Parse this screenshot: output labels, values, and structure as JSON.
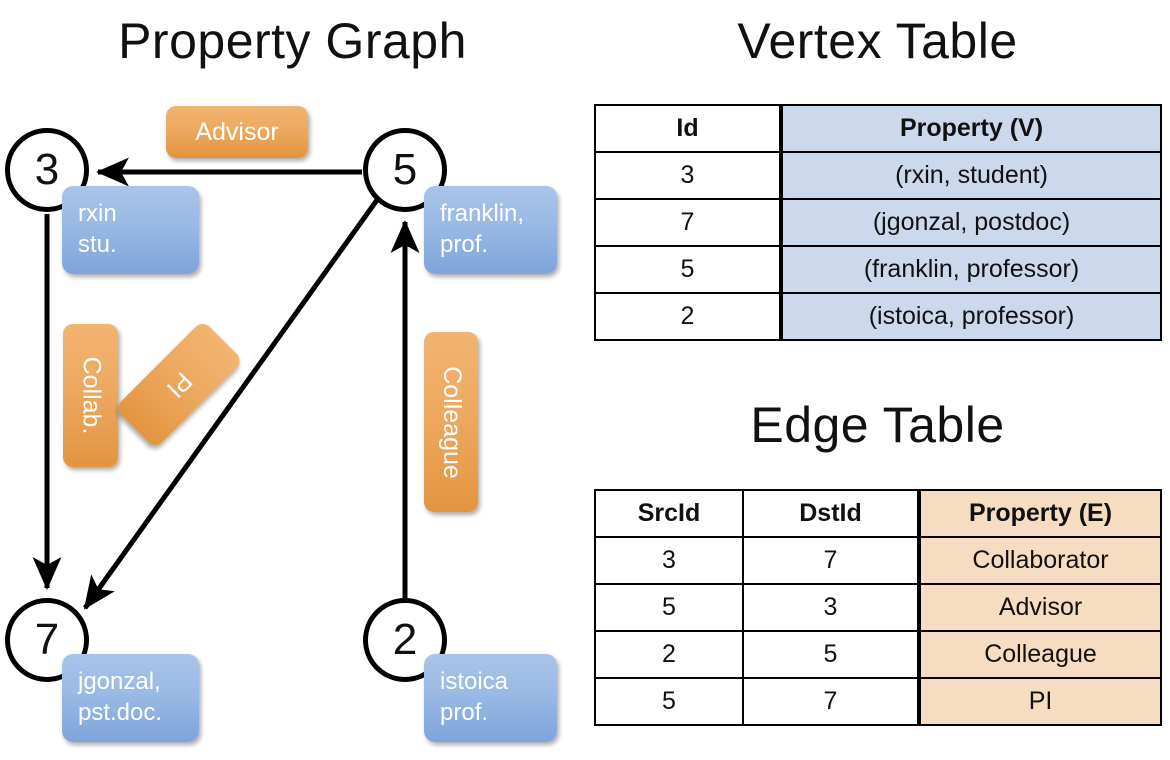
{
  "titles": {
    "property_graph": "Property Graph",
    "vertex_table": "Vertex Table",
    "edge_table": "Edge Table"
  },
  "graph": {
    "vertices": [
      {
        "id": "3",
        "label_line1": "rxin",
        "label_line2": "stu."
      },
      {
        "id": "5",
        "label_line1": "franklin,",
        "label_line2": "prof."
      },
      {
        "id": "7",
        "label_line1": "jgonzal,",
        "label_line2": "pst.doc."
      },
      {
        "id": "2",
        "label_line1": "istoica",
        "label_line2": "prof."
      }
    ],
    "edge_labels": {
      "advisor": "Advisor",
      "collab": "Collab.",
      "pi": "PI",
      "colleague": "Colleague"
    }
  },
  "vertex_table": {
    "headers": [
      "Id",
      "Property (V)"
    ],
    "rows": [
      {
        "id": "3",
        "property": "(rxin, student)"
      },
      {
        "id": "7",
        "property": "(jgonzal, postdoc)"
      },
      {
        "id": "5",
        "property": "(franklin, professor)"
      },
      {
        "id": "2",
        "property": "(istoica, professor)"
      }
    ]
  },
  "edge_table": {
    "headers": [
      "SrcId",
      "DstId",
      "Property (E)"
    ],
    "rows": [
      {
        "src": "3",
        "dst": "7",
        "property": "Collaborator"
      },
      {
        "src": "5",
        "dst": "3",
        "property": "Advisor"
      },
      {
        "src": "2",
        "dst": "5",
        "property": "Colleague"
      },
      {
        "src": "5",
        "dst": "7",
        "property": "PI"
      }
    ]
  },
  "colors": {
    "vertex_property_fill": "#ccd9ed",
    "edge_property_fill": "#f6ddc2",
    "node_box_blue": "#9ab9e4",
    "edge_label_orange": "#eda85f",
    "stroke": "#000000",
    "background": "#ffffff"
  }
}
